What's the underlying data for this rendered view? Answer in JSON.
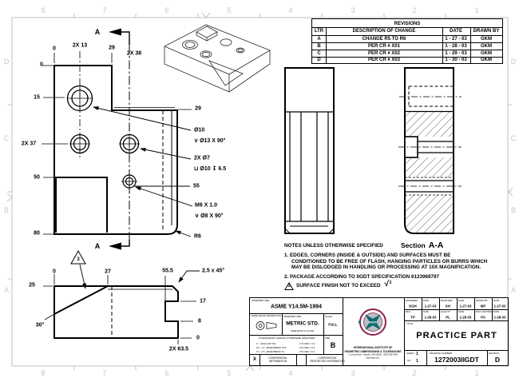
{
  "zones": {
    "cols": [
      "8",
      "7",
      "6",
      "5",
      "4",
      "3",
      "2",
      "1"
    ],
    "rows": [
      "D",
      "C",
      "B",
      "A"
    ]
  },
  "revisions": {
    "title": "REVISIONS",
    "headers": [
      "LTR",
      "DESCRIPTION OF CHANGE",
      "DATE",
      "DRAWN BY"
    ],
    "rows": [
      [
        "A",
        "CHANGE R5 TO R6",
        "1 - 27 - 03",
        "GKM"
      ],
      [
        "B",
        "PER  CR # X01",
        "1 - 28 - 03",
        "GKM"
      ],
      [
        "C",
        "PER  CR # X02",
        "1 - 29 - 03",
        "GKM"
      ],
      [
        "D",
        "PER  CR # X03",
        "1 - 30 - 03",
        "GKM"
      ]
    ]
  },
  "front": {
    "sec_letter": "A",
    "top_0": "0",
    "top_13": "2X 13",
    "top_29": "29",
    "top_38": "2X 38",
    "left_0": "0",
    "left_15": "15",
    "left_37": "2X 37",
    "left_50": "50",
    "left_80": "80",
    "right_29": "29",
    "c1a": "Ø10",
    "c1b": "∨  Ø13 X 90°",
    "c2a": "2X Ø7",
    "c2b": "⊔  Ø10 ↧ 6.5",
    "d55": "55",
    "c3a": "M6  X 1.0",
    "c3b": "∨  Ø8 X 90°",
    "r6": "R6"
  },
  "bottom": {
    "top_0": "0",
    "top_27": "27",
    "top_555": "55.5",
    "left_25": "25",
    "angle_30": "30°",
    "chamfer": "2.5 x 45°",
    "right_17": "17",
    "right_8": "8",
    "right_0": "0",
    "bottom_635": "2X 63.5",
    "flag": "3"
  },
  "section": {
    "word": "Section",
    "letters": "A-A"
  },
  "notes": {
    "heading": "NOTES UNLESS OTHERWISE SPECIFIED",
    "n1_lines": [
      "1.  EDGES, CORNERS (INSIDE & OUTSIDE) AND SURFACES MUST BE",
      "CONDITIONED TO BE FREE OF FLASH, HANGING PARTICLES OR BURRS WHICH",
      "MAY BE DISLODGED IN HANDLING OR PROCESSING AT 10X MAGNIFICATION."
    ],
    "n2": "2.  PACKAGE ACCORDING TO IIGDT SPECIFICATION 6123969797",
    "n3_flag": "3",
    "n3_text": "SURFACE FINISH NOT TO EXCEED",
    "n3_finish": "3"
  },
  "title_block": {
    "interpret_label": "INTERPRET PER",
    "interpret_std": "ASME Y14.5M-1994",
    "projection_label": "THIRD ANGLE PROJECTION",
    "metric_interpret_label": "INTERPRET PER",
    "metric_std": "METRIC STD.",
    "metric_sub": "IEEE/ASTM SI 10-1997",
    "scale_label": "SCALE",
    "scale_value": "FULL",
    "tol_heading": "TOLERANCES UNLESS OTHERWISE SPECIFIED",
    "tol_left": [
      "1° - ANGULAR TOL.",
      "0.5 - 1.0 - EDGE BREAK OUT",
      "0.1 - 0.5 - EDGE BREAK IN"
    ],
    "tol_right": [
      "1 PL DEC ± 1.0",
      "2 PL DEC ± 0.5",
      "3 PL DEC ± 0.1"
    ],
    "size_label": "SIZE",
    "size_value": "B",
    "conf_mark": "X",
    "conf_left": "CONFIDENTIAL INFORMATION",
    "conf_right": "CONFIDENTIAL RESTRICTED INFORMATION",
    "logo_acronym": "IIGDT",
    "org_name_1": "INTERNATIONAL INSTITUTE OF",
    "org_name_2": "GEOMETRIC DIMENSIONING & TOLERANCING",
    "org_address": "2 Loring Road - Hopkins, MN 55305 - (952) 936-9499",
    "org_web": "www.iigdt.com",
    "sig_headers": [
      [
        "ENGINEER",
        "DATE",
        "DESIGNER",
        "DATE",
        "DRAWN BY",
        "DATE"
      ],
      [
        "MFG",
        "DATE",
        "QUALITY",
        "DATE",
        "DOC CONTROL",
        "DATE"
      ]
    ],
    "sig_values": [
      [
        "DGH",
        "1-27-03",
        "KH",
        "1-27-03",
        "MP",
        "1-27-03"
      ],
      [
        "TP",
        "1-28-03",
        "PL",
        "1-28-03",
        "PS",
        "1-28-03"
      ]
    ],
    "title_label": "TITLE",
    "title_value": "PRACTICE PART",
    "sheet_label": "SHEET",
    "sheet_value": "1",
    "of_label": "OF",
    "of_value": "1",
    "dwg_label": "DRAWING NUMBER",
    "dwg_number": "1272003IIGDT",
    "rev_label": "REVISION",
    "rev_value": "D"
  },
  "colors": {
    "logo_teal": "#0e6b6e",
    "logo_maroon": "#8f2050",
    "logo_gray": "#b9bfc2",
    "zone_gray": "#c6c6c6"
  }
}
